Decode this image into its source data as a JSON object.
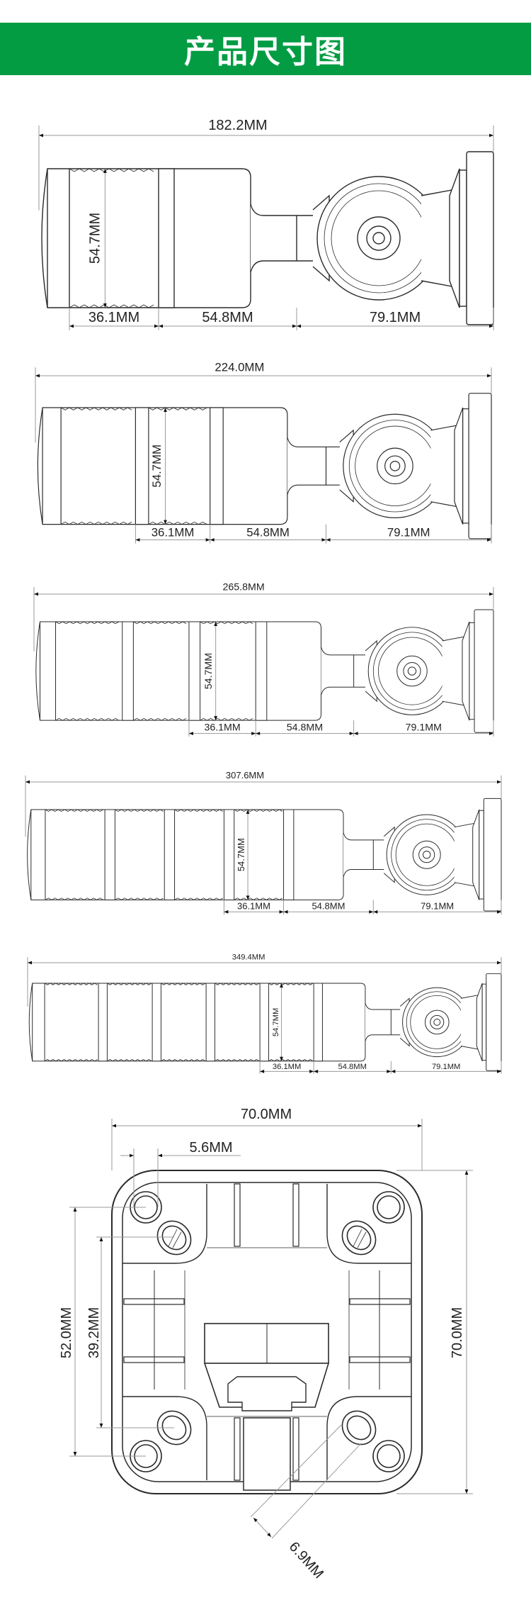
{
  "header": {
    "title": "产品尺寸图"
  },
  "side_views": [
    {
      "total_length": "182.2MM",
      "height": "54.7MM",
      "segment": "36.1MM",
      "neck": "54.8MM",
      "mount": "79.1MM"
    },
    {
      "total_length": "224.0MM",
      "height": "54.7MM",
      "segment": "36.1MM",
      "neck": "54.8MM",
      "mount": "79.1MM"
    },
    {
      "total_length": "265.8MM",
      "height": "54.7MM",
      "segment": "36.1MM",
      "neck": "54.8MM",
      "mount": "79.1MM"
    },
    {
      "total_length": "307.6MM",
      "height": "54.7MM",
      "segment": "36.1MM",
      "neck": "54.8MM",
      "mount": "79.1MM"
    },
    {
      "total_length": "349.4MM",
      "height": "54.7MM",
      "segment": "36.1MM",
      "neck": "54.8MM",
      "mount": "79.1MM"
    }
  ],
  "base_plate": {
    "width": "70.0MM",
    "height": "70.0MM",
    "hole_offset": "5.6MM",
    "hole_spacing_outer": "52.0MM",
    "hole_spacing_inner": "39.2MM",
    "slot_width": "6.9MM"
  },
  "colors": {
    "header_bg": "#039c43",
    "header_text": "#ffffff",
    "line": "#2a2a2a",
    "dimension": "#9a9a9a"
  }
}
